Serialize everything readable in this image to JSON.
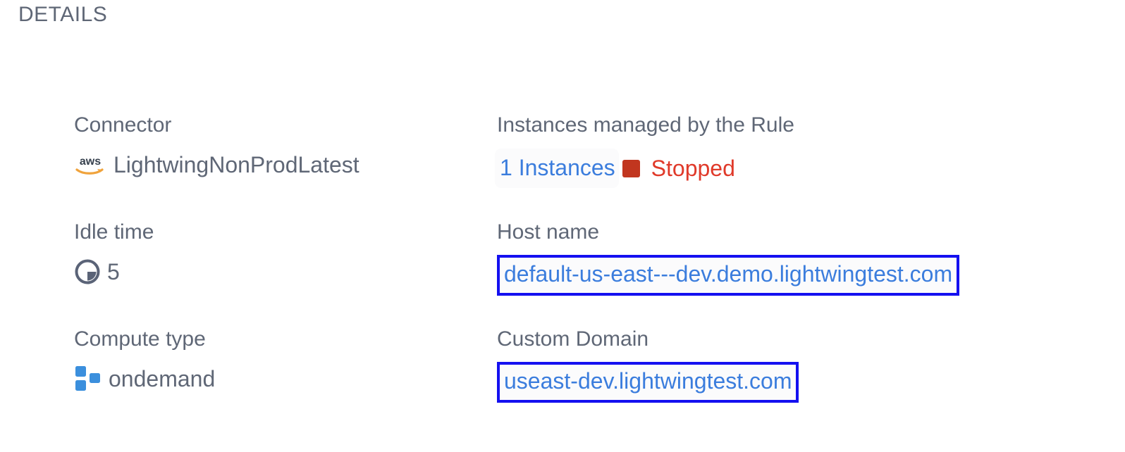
{
  "section": {
    "title": "DETAILS"
  },
  "colors": {
    "label": "#5f6776",
    "value": "#5f6776",
    "link": "#3b7ddd",
    "status_red": "#e03a2a",
    "status_square": "#c1361f",
    "annotation_border": "#1410f0",
    "compute_icon": "#3b8fdd",
    "aws_swoosh": "#f0a33c",
    "background": "#ffffff"
  },
  "rows": [
    {
      "left": {
        "label": "Connector",
        "icon": "aws-logo-icon",
        "value": "LightwingNonProdLatest"
      },
      "right": {
        "label": "Instances managed by the Rule",
        "link": "1 Instances",
        "status_icon": "stopped-square-icon",
        "status": "Stopped"
      }
    },
    {
      "left": {
        "label": "Idle time",
        "icon": "clock-icon",
        "value": "5"
      },
      "right": {
        "label": "Host name",
        "value": "default-us-east---dev.demo.lightwingtest.com",
        "highlighted": true
      }
    },
    {
      "left": {
        "label": "Compute type",
        "icon": "compute-squares-icon",
        "value": "ondemand"
      },
      "right": {
        "label": "Custom Domain",
        "value": "useast-dev.lightwingtest.com",
        "highlighted": true
      }
    }
  ]
}
